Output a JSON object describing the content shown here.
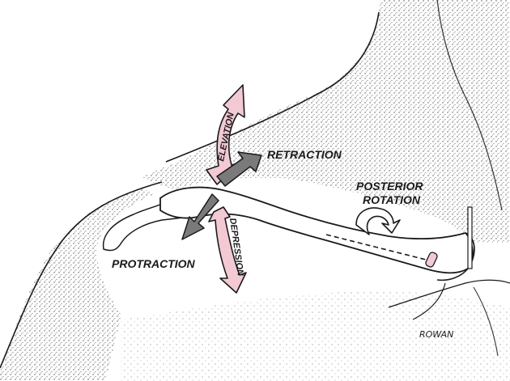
{
  "labels": {
    "elevation": "ELEVATION",
    "retraction": "RETRACTION",
    "posterior_rotation_line1": "POSTERIOR",
    "posterior_rotation_line2": "ROTATION",
    "protraction": "PROTRACTION",
    "depression": "DEPRESSION",
    "signature": "ROWAN"
  },
  "colors": {
    "elevation_arrow": "#f3c9d4",
    "depression_arrow": "#f3c9d4",
    "retraction_arrow": "#7a7a7a",
    "protraction_arrow": "#7a7a7a",
    "outline": "#1a1a1a"
  },
  "icons": {
    "elevation": "curved-double-arrow-up",
    "depression": "curved-double-arrow-down",
    "retraction": "arrow-back",
    "protraction": "arrow-forward",
    "posterior_rotation": "rotation-arrow"
  }
}
